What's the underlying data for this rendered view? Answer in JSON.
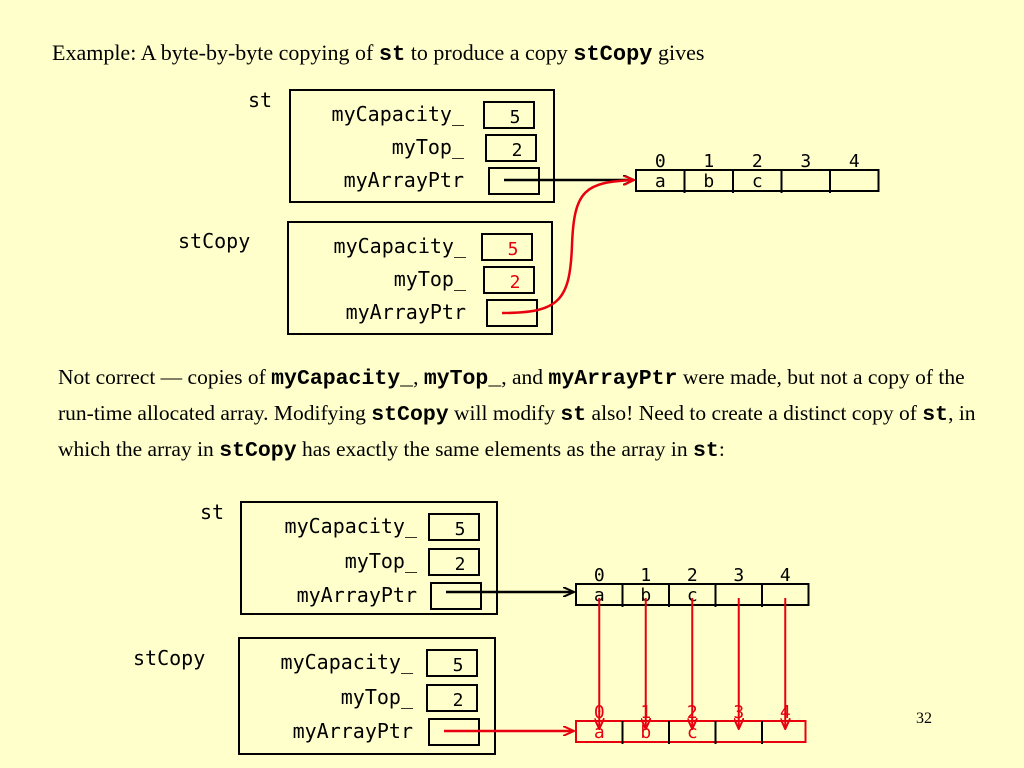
{
  "heading": {
    "prefix": "Example:  A byte-by-byte copying of ",
    "st": "st",
    "middle": " to produce a copy ",
    "stCopy": "stCopy",
    "suffix": " gives"
  },
  "paragraph": {
    "t1": "Not correct — copies of ",
    "c1": "myCapacity_",
    "t2": ", ",
    "c2": "myTop_",
    "t3": ", and ",
    "c3": "myArrayPtr",
    "t4": " were made, but not a copy of the run-time allocated array.  Modifying ",
    "c4": "stCopy",
    "t5": " will modify ",
    "c5": "st",
    "t6": " also! Need to create a distinct copy of ",
    "c6": "st",
    "t7": ", in which the array in ",
    "c7": "stCopy",
    "t8": " has exactly the same elements as the array in ",
    "c8": "st",
    "t9": ":"
  },
  "labels": {
    "st": "st",
    "stCopy": "stCopy",
    "myCapacity": "myCapacity_",
    "myTop": "myTop_",
    "myArrayPtr": "myArrayPtr"
  },
  "values": {
    "capacity": "5",
    "top": "2"
  },
  "array": {
    "indices": [
      "0",
      "1",
      "2",
      "3",
      "4"
    ],
    "elements": [
      "a",
      "b",
      "c",
      "",
      ""
    ]
  },
  "colors": {
    "background": "#ffffcc",
    "copy": "#e8000f",
    "ink": "#000000"
  },
  "slide_number": "32"
}
